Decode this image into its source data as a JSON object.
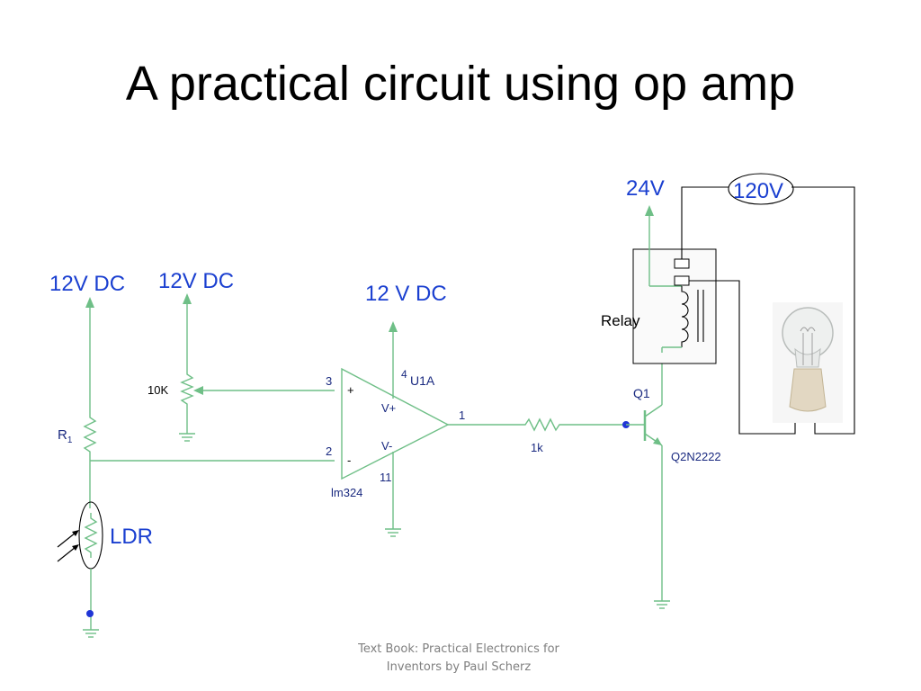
{
  "slide": {
    "title": "A practical circuit using op amp",
    "footer_line1": "Text Book: Practical Electronics for",
    "footer_line2": "Inventors by Paul Scherz"
  },
  "circuit": {
    "supply_r1": "12V DC",
    "supply_pot": "12V DC",
    "supply_opamp": "12 V DC",
    "supply_relay": "24V",
    "mains": "120V",
    "r1_label": "R",
    "r1_subscript": "1",
    "pot_label": "10K",
    "ldr_label": "LDR",
    "pin_plus": "3",
    "pin_minus": "2",
    "pin_out": "1",
    "pin_vplus": "4",
    "pin_vminus": "11",
    "opamp_ref": "U1A",
    "opamp_vplus": "V+",
    "opamp_vminus": "V-",
    "opamp_plus_sign": "+",
    "opamp_minus_sign": "-",
    "opamp_part": "lm324",
    "base_resistor": "1k",
    "transistor_ref": "Q1",
    "transistor_part": "Q2N2222",
    "relay_label": "Relay"
  },
  "colors": {
    "wire": "#6fbf87",
    "label_blue": "#1a3fd0",
    "node_dot": "#1f35d6"
  }
}
